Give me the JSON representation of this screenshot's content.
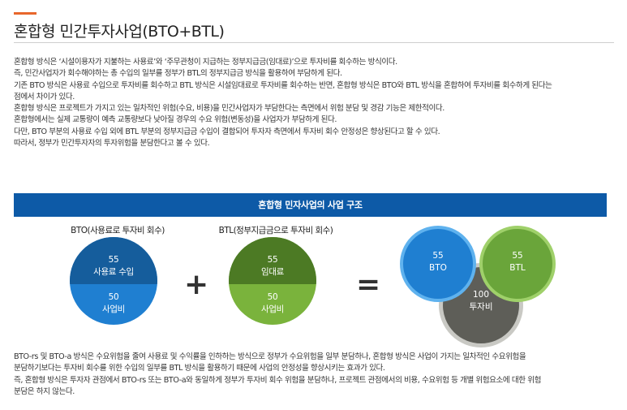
{
  "title": "혼합형 민간투자사업(BTO+BTL)",
  "intro": [
    "혼합형 방식은 ‘시설이용자가 지불하는 사용료’와 ‘주무관청이 지급하는 정부지급금(임대료)’으로 투자비를 회수하는 방식이다.",
    "즉, 민간사업자가 회수해야하는 총 수입의 일부를 정부가 BTL의 정부지급금 방식을 활용하여 부담하게 된다.",
    "기존 BTO 방식은 사용료 수입으로 투자비를 회수하고 BTL 방식은 시설임대료로 투자비를 회수하는 반면, 혼합형 방식은 BTO와 BTL 방식을 혼합하여 투자비를 회수하게 된다는",
    "점에서 차이가 있다.",
    "혼합형 방식은 프로젝트가 가지고 있는 일차적인 위험(수요, 비용)을 민간사업자가 부담한다는 측면에서 위험 분담 및 경감 기능은 제한적이다.",
    "혼합형에서는 실제 교통량이 예측 교통량보다 낮아질 경우의 수요 위험(변동성)을 사업자가 부담하게 된다.",
    "다만, BTO 부분의 사용료 수입 외에 BTL 부분의 정부지급금 수입이 결합되어 투자자 측면에서 투자비 회수 안정성은 향상된다고 할 수 있다.",
    "따라서, 정부가 민간투자자의 투자위험을 분담한다고 볼 수 있다."
  ],
  "diagram": {
    "banner": "혼합형 민자사업의 사업 구조",
    "bto": {
      "label": "BTO(사용료로 투자비 회수)",
      "top_value": "55",
      "top_label": "사용료 수입",
      "bottom_value": "50",
      "bottom_label": "사업비",
      "color_light": "#1f7fd1",
      "color_dark": "#155d9c"
    },
    "plus": "+",
    "btl": {
      "label": "BTL(정부지급금으로 투자비 회수)",
      "top_value": "55",
      "top_label": "임대료",
      "bottom_value": "50",
      "bottom_label": "사업비",
      "color_light": "#7ab33c",
      "color_dark": "#4c7a24"
    },
    "equals": "=",
    "result": {
      "bto_value": "55",
      "bto_label": "BTO",
      "btl_value": "55",
      "btl_label": "BTL",
      "total_value": "100",
      "total_label": "투자비",
      "color_bto": "#1f7fd1",
      "color_btl": "#6aa53a",
      "color_total": "#5e5e58"
    }
  },
  "outro": [
    "BTO-rs 및 BTO-a 방식은 수요위험을 줄여 사용료 및 수익률을 인하하는 방식으로 정부가 수요위험을 일부 분담하나, 혼합형 방식은 사업이 가지는 일차적인 수요위험을",
    "분담하기보다는 투자비 회수를 위한 수입의 일부를 BTL 방식을 활용하기 때문에 사업의 안정성을 향상시키는 효과가 있다.",
    "즉, 혼합형 방식은 투자자 관점에서 BTO-rs 또는 BTO-a와 동일하게 정부가 투자비 회수 위험을 분담하나, 프로젝트 관점에서의 비용, 수요위험 등 개별 위험요소에 대한 위험",
    "분담은 하지 않는다."
  ]
}
